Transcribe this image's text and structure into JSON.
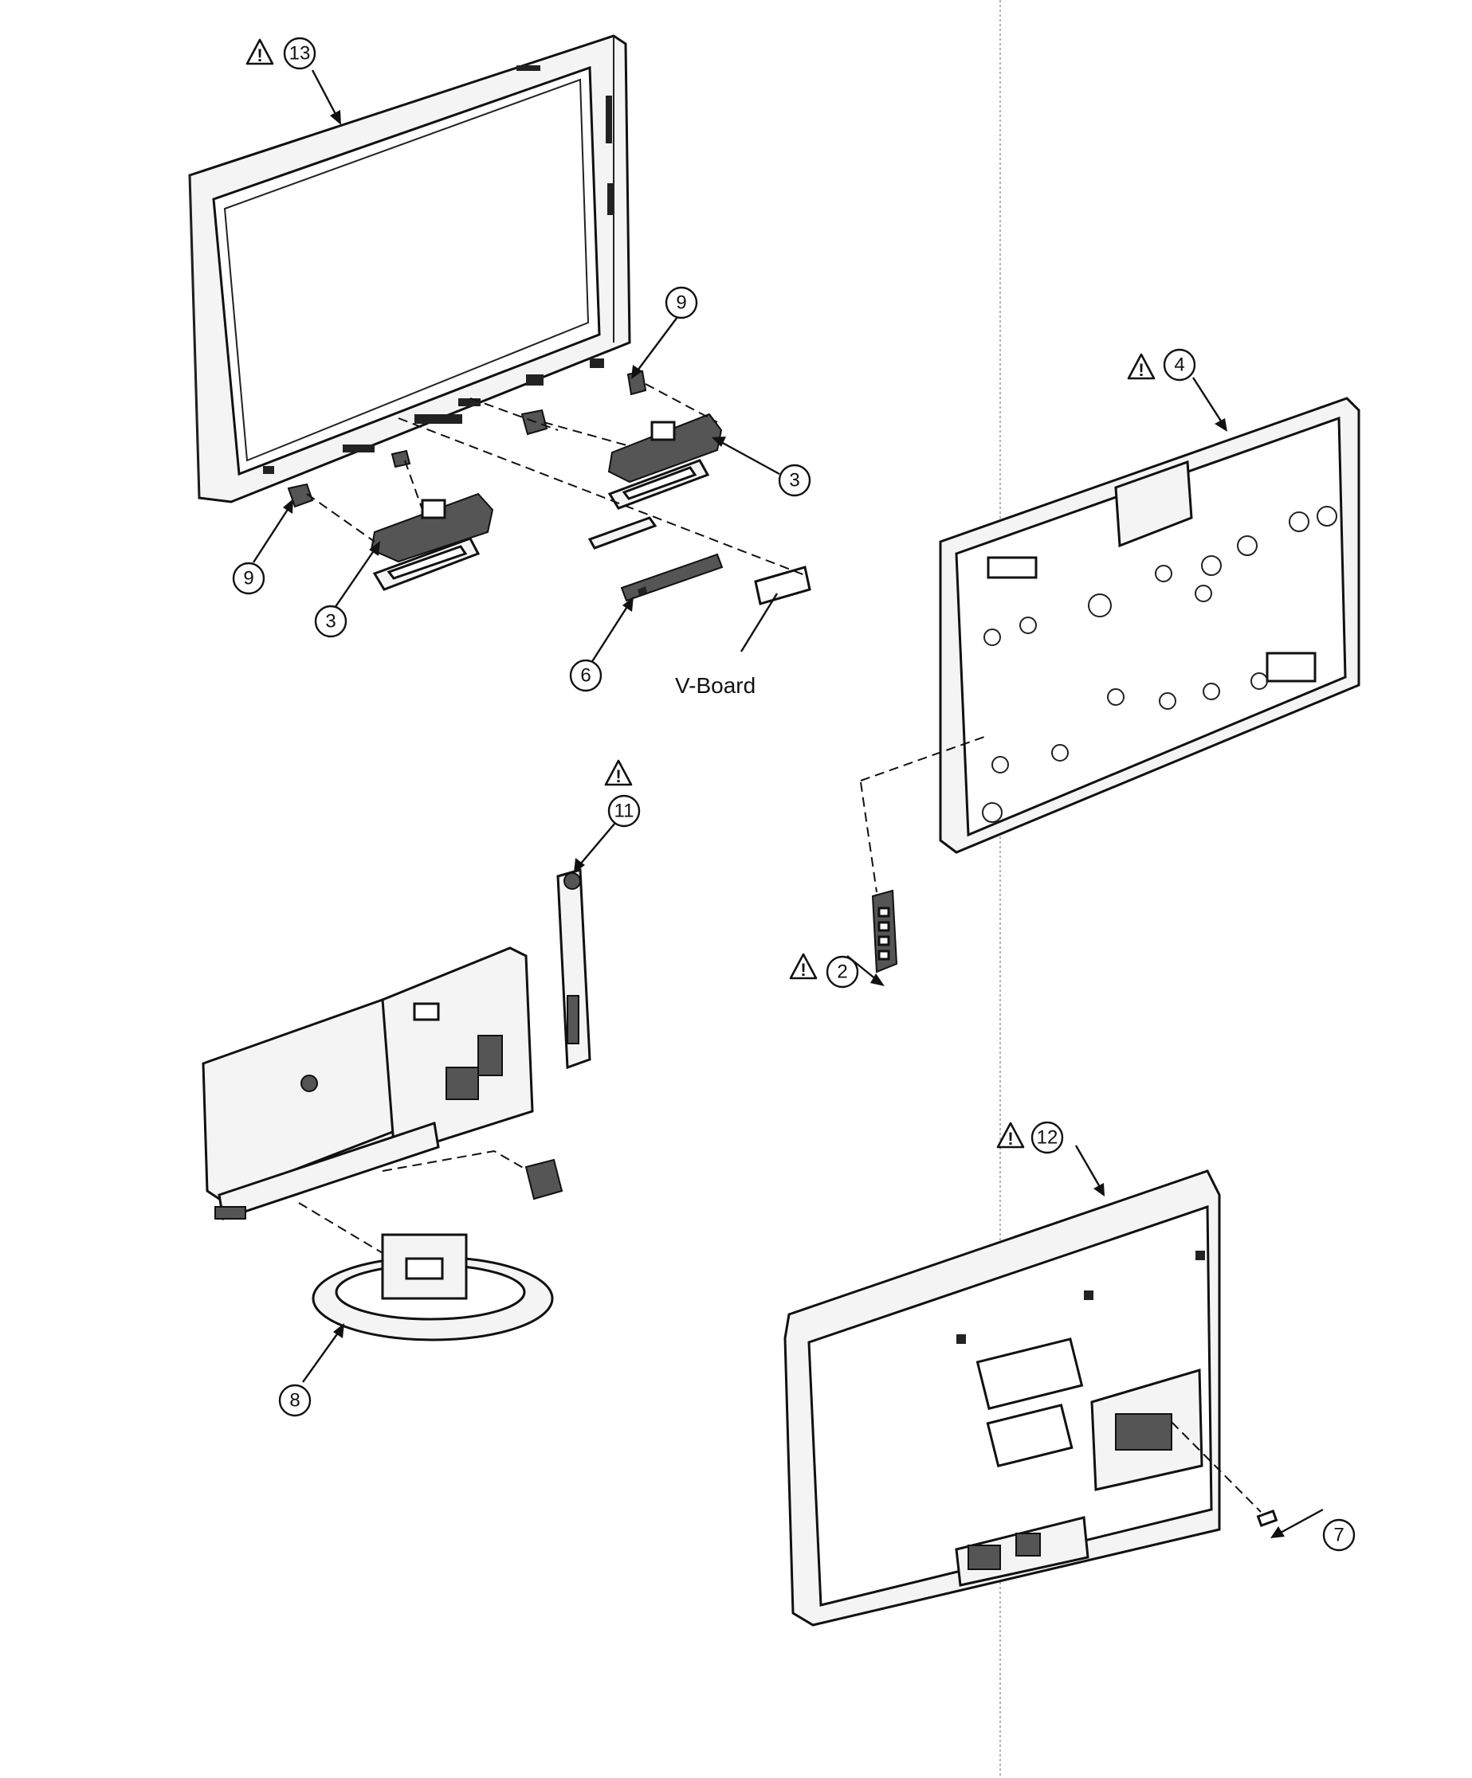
{
  "callouts": {
    "c13": "13",
    "c9_top": "9",
    "c3_right": "3",
    "c9_left": "9",
    "c3_left": "3",
    "c6": "6",
    "c4": "4",
    "c11": "11",
    "c2": "2",
    "c12": "12",
    "c8": "8",
    "c7": "7"
  },
  "labels": {
    "v_board": "V-Board"
  },
  "warning_symbol": "!",
  "colors": {
    "line": "#111111",
    "background": "#ffffff"
  }
}
